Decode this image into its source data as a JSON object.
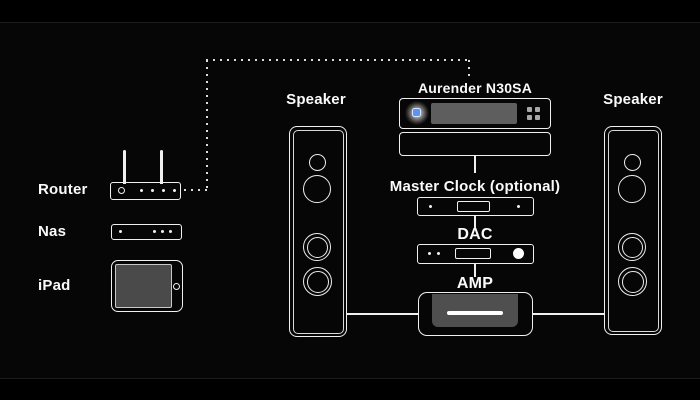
{
  "colors": {
    "background": "#000000",
    "stroke": "#f0f0f0",
    "text": "#fafafa",
    "accent_blue": "#5f93f2",
    "screen_gray": "#5e5e5e",
    "amp_panel_gray": "#4f4f4f",
    "ipad_screen_gray": "#4a4a4a"
  },
  "sources": {
    "router": {
      "label": "Router"
    },
    "nas": {
      "label": "Nas"
    },
    "ipad": {
      "label": "iPad"
    }
  },
  "chain": {
    "aurender": {
      "label": "Aurender N30SA"
    },
    "master_clock": {
      "label": "Master Clock (optional)"
    },
    "dac": {
      "label": "DAC"
    },
    "amp": {
      "label": "AMP"
    }
  },
  "speakers": {
    "left": {
      "label": "Speaker"
    },
    "right": {
      "label": "Speaker"
    }
  }
}
